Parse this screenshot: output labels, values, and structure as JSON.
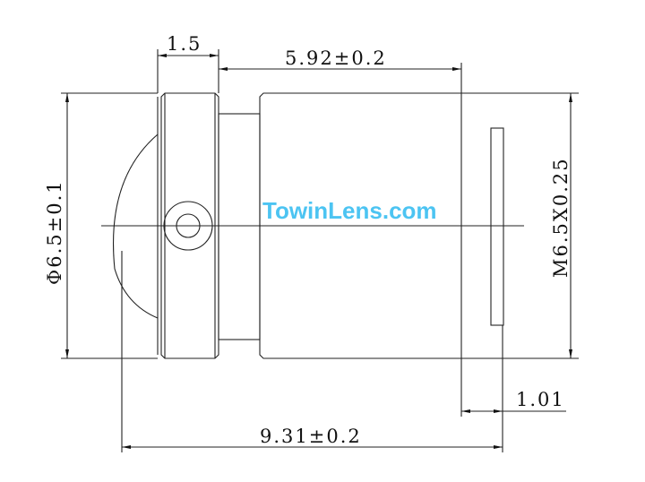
{
  "dimensions": {
    "ring_width": "1.5",
    "barrel_length": "5.92±0.2",
    "outer_diameter": "Φ6.5±0.1",
    "thread": "M6.5X0.25",
    "back_focus": "1.01",
    "total_length": "9.31±0.2"
  },
  "watermark": "TowinLens.com",
  "colors": {
    "line": "#222222",
    "watermark": "#4cc4f2"
  }
}
